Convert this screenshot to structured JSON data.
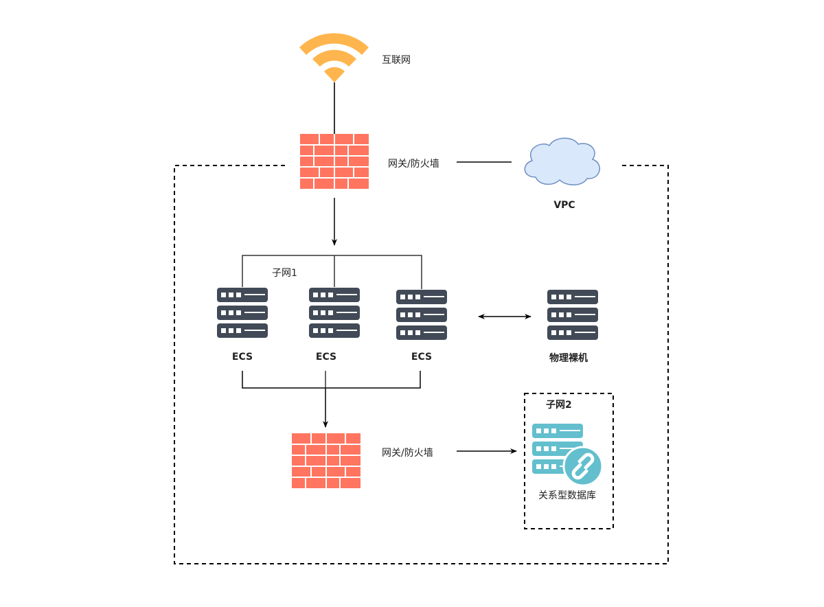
{
  "labels": {
    "internet": "互联网",
    "gateway_top": "网关/防火墙",
    "vpc": "VPC",
    "subnet1": "子网1",
    "ecs1": "ECS",
    "ecs2": "ECS",
    "ecs3": "ECS",
    "bare_metal": "物理裸机",
    "gateway_bottom": "网关/防火墙",
    "subnet2": "子网2",
    "database": "关系型数据库"
  },
  "icons": {
    "internet": "wifi-icon",
    "gateway": "firewall-icon",
    "vpc": "cloud-icon",
    "server": "server-icon",
    "database": "database-link-icon"
  },
  "colors": {
    "wifi": "#FFB54D",
    "firewall": "#FF7560",
    "server": "#414A56",
    "database": "#63BFCE",
    "cloud_fill": "#DAE8FC",
    "cloud_stroke": "#6C8EBF"
  }
}
